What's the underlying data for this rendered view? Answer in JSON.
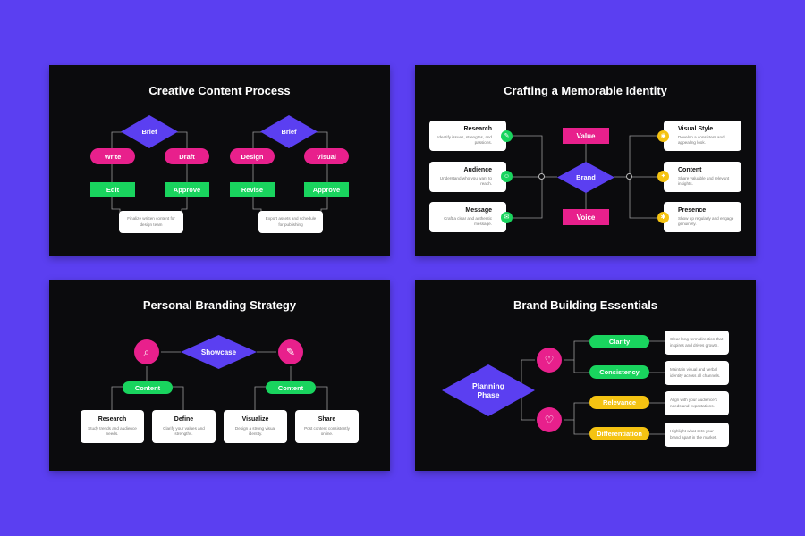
{
  "slide1": {
    "title": "Creative Content Process",
    "left": {
      "brief": "Brief",
      "write": "Write",
      "draft": "Draft",
      "edit": "Edit",
      "approve": "Approve",
      "note": "Finalize written content for design team"
    },
    "right": {
      "brief": "Brief",
      "design": "Design",
      "visual": "Visual",
      "revise": "Revise",
      "approve": "Approve",
      "note": "Export assets and schedule for publishing"
    }
  },
  "slide2": {
    "title": "Crafting a Memorable Identity",
    "center": {
      "value": "Value",
      "brand": "Brand",
      "voice": "Voice"
    },
    "left_cards": [
      {
        "title": "Research",
        "desc": "Identify issues, strengths, and passions."
      },
      {
        "title": "Audience",
        "desc": "Understand who you want to reach."
      },
      {
        "title": "Message",
        "desc": "Craft a clear and authentic message."
      }
    ],
    "right_cards": [
      {
        "title": "Visual Style",
        "desc": "Develop a consistent and appealing look."
      },
      {
        "title": "Content",
        "desc": "Share valuable and relevant insights."
      },
      {
        "title": "Presence",
        "desc": "Show up regularly and engage genuinely."
      }
    ]
  },
  "slide3": {
    "title": "Personal Branding Strategy",
    "showcase": "Showcase",
    "left_content": "Content",
    "right_content": "Content",
    "cards": [
      {
        "title": "Research",
        "desc": "Study trends and audience needs."
      },
      {
        "title": "Define",
        "desc": "Clarify your values and strengths."
      },
      {
        "title": "Visualize",
        "desc": "Design a strong visual identity."
      },
      {
        "title": "Share",
        "desc": "Post content consistently online."
      }
    ]
  },
  "slide4": {
    "title": "Brand Building Essentials",
    "planning": "Planning Phase",
    "items": [
      {
        "label": "Clarity",
        "desc": "Clear long-term direction that inspires and drives growth."
      },
      {
        "label": "Consistency",
        "desc": "Maintain visual and verbal identity across all channels."
      },
      {
        "label": "Relevance",
        "desc": "Align with your audience's needs and expectations."
      },
      {
        "label": "Differentiation",
        "desc": "Highlight what sets your brand apart in the market."
      }
    ]
  },
  "colors": {
    "background": "#5b3ff1",
    "slide": "#0b0b0d",
    "purple": "#5b3ff1",
    "magenta": "#e8208c",
    "green": "#19d45e",
    "yellow": "#f5c312"
  },
  "icons": {
    "lightbulb": "lightbulb-icon",
    "chat": "chat-icon",
    "audience": "audience-icon",
    "message": "message-icon",
    "heart_hand": "heart-hand-icon"
  }
}
